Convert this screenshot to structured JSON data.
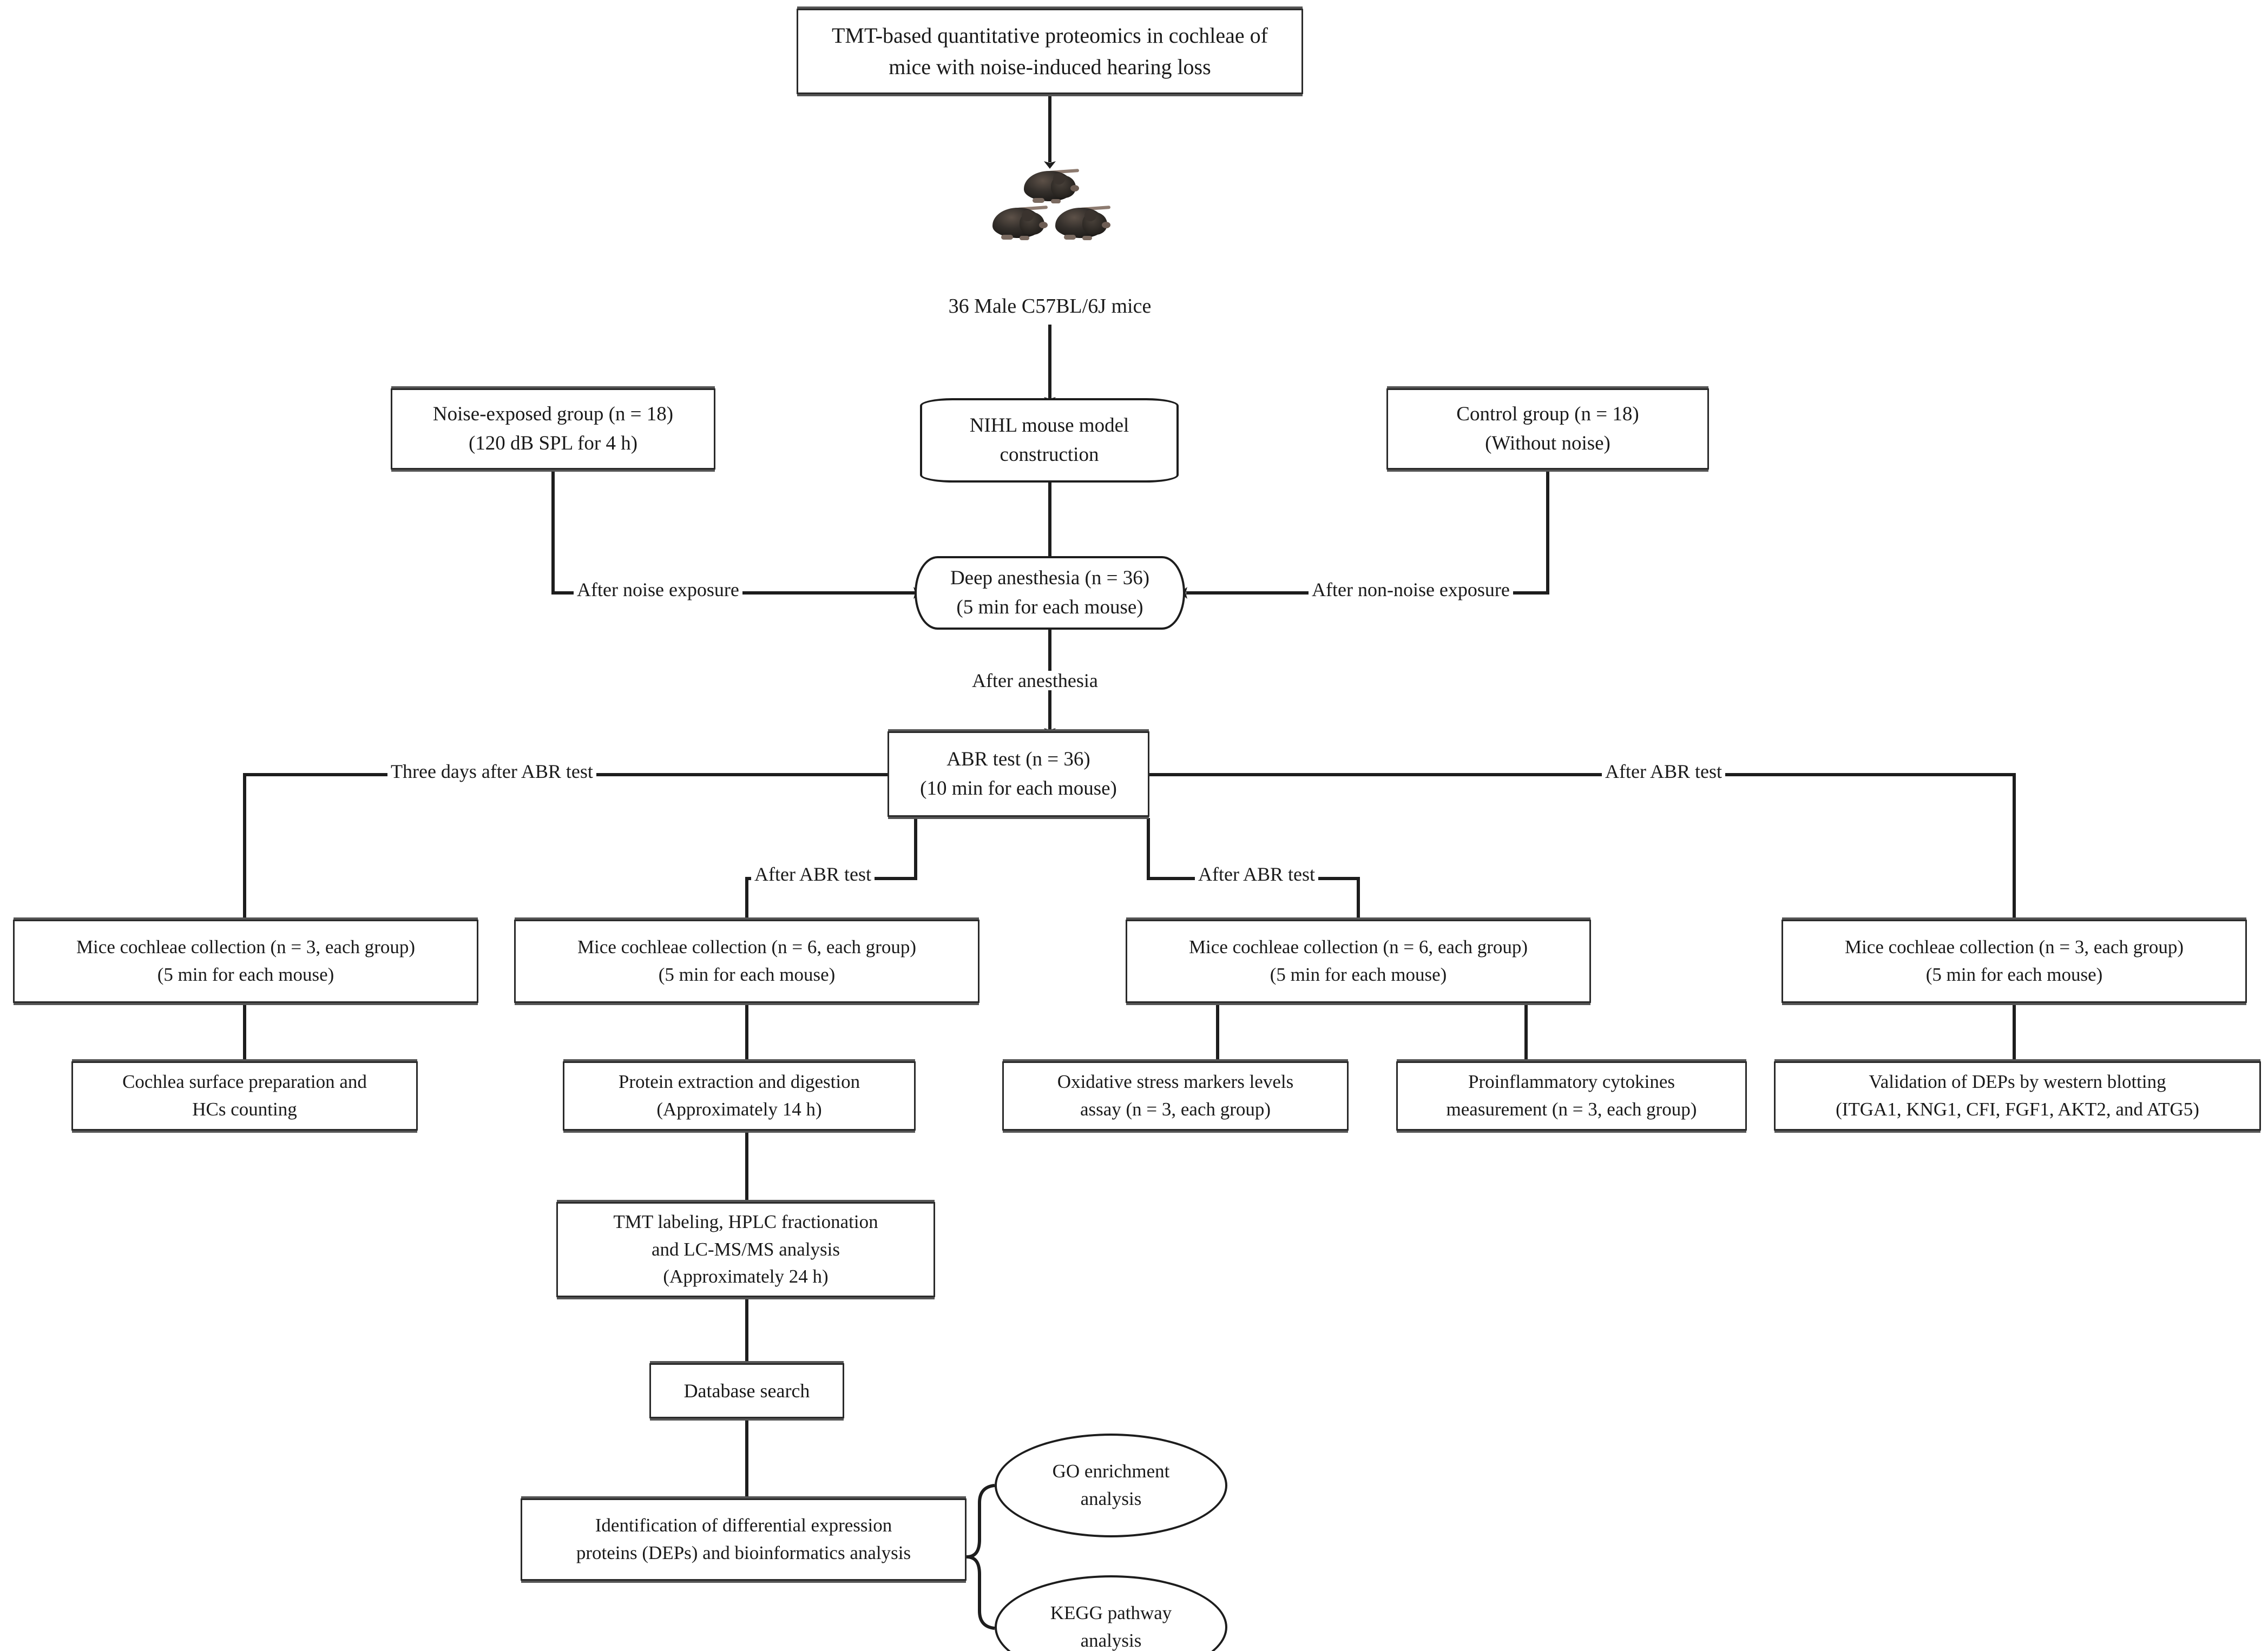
{
  "figure": {
    "type": "experimental-workflow-flowchart",
    "title": "TMT-based quantitative proteomics in cochleae of mice with noise-induced hearing loss"
  },
  "nodes": {
    "title_box": "TMT-based quantitative proteomics in cochleae of mice with noise-induced hearing loss",
    "mice_caption": "36 Male C57BL/6J mice",
    "noise_group_l1": "Noise-exposed group (n = 18)",
    "noise_group_l2": "(120 dB SPL for 4 h)",
    "nihl_l1": "NIHL mouse model",
    "nihl_l2": "construction",
    "control_group_l1": "Control group (n = 18)",
    "control_group_l2": "(Without noise)",
    "anesthesia_l1": "Deep anesthesia (n = 36)",
    "anesthesia_l2": "(5 min for each mouse)",
    "abr_l1": "ABR test (n = 36)",
    "abr_l2": "(10 min for each mouse)",
    "collect1_l1": "Mice cochleae collection  (n = 3, each group)",
    "collect1_l2": "(5 min for each mouse)",
    "collect2_l1": "Mice cochleae collection  (n = 6, each group)",
    "collect2_l2": "(5 min for each mouse)",
    "collect3_l1": "Mice cochleae collection  (n = 6, each group)",
    "collect3_l2": "(5 min for each mouse)",
    "collect4_l1": "Mice cochleae collection  (n = 3, each group)",
    "collect4_l2": "(5 min for each mouse)",
    "cochlea_surface_l1": "Cochlea surface preparation and",
    "cochlea_surface_l2": "HCs counting",
    "protein_l1": "Protein extraction and digestion",
    "protein_l2": "(Approximately 14 h)",
    "oxidative_l1": "Oxidative stress markers levels",
    "oxidative_l2": "assay (n = 3, each group)",
    "cytokines_l1": "Proinflammatory cytokines",
    "cytokines_l2": "measurement (n = 3, each group)",
    "validation_l1": "Validation of DEPs by western blotting",
    "validation_l2": "(ITGA1, KNG1, CFI, FGF1, AKT2, and ATG5)",
    "tmt_l1": "TMT labeling, HPLC fractionation",
    "tmt_l2": "and LC-MS/MS analysis",
    "tmt_l3": "(Approximately 24 h)",
    "database_search": "Database search",
    "deps_l1": "Identification of differential expression",
    "deps_l2": "proteins (DEPs) and bioinformatics analysis",
    "go_l1": "GO enrichment",
    "go_l2": "analysis",
    "kegg_l1": "KEGG pathway",
    "kegg_l2": "analysis"
  },
  "edge_labels": {
    "after_noise": "After noise exposure",
    "after_non_noise": "After non-noise exposure",
    "after_anesthesia": "After anesthesia",
    "three_days_after_abr": "Three days after ABR test",
    "after_abr_1": "After ABR test",
    "after_abr_2": "After ABR test",
    "after_abr_3": "After ABR test"
  },
  "colors": {
    "stroke": "#1d1d1d",
    "box_border": "#2a2a2a",
    "text": "#1a1a1a",
    "background": "#ffffff"
  }
}
